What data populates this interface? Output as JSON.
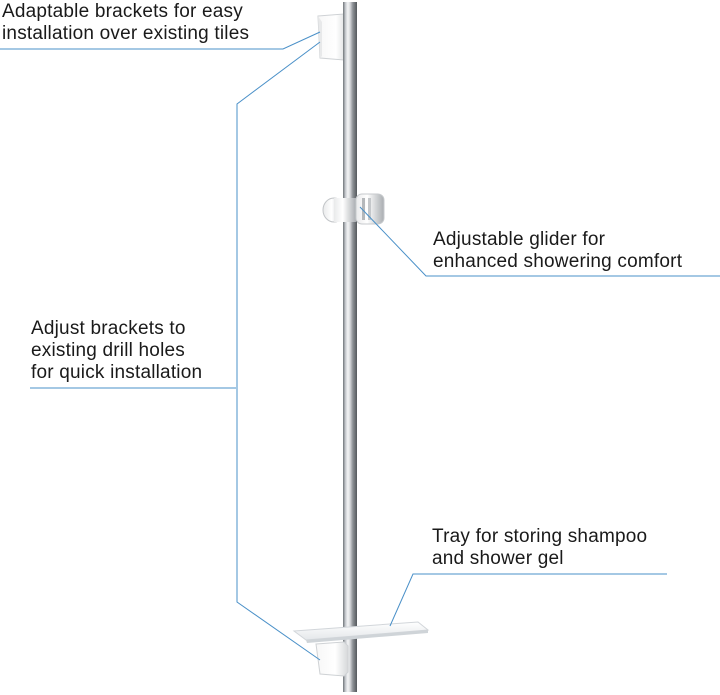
{
  "callouts": {
    "brackets_tiles": {
      "line1": "Adaptable brackets for easy",
      "line2": "installation over existing tiles"
    },
    "glider": {
      "line1": "Adjustable glider for",
      "line2": "enhanced showering comfort"
    },
    "drill_holes": {
      "line1": "Adjust brackets to",
      "line2": "existing drill holes",
      "line3": "for quick installation"
    },
    "tray": {
      "line1": "Tray for storing shampoo",
      "line2": "and shower gel"
    }
  },
  "colors": {
    "leader_line": "#4a90c8",
    "rail_chrome": "#b9bdc2",
    "text": "#1a1a1a"
  }
}
